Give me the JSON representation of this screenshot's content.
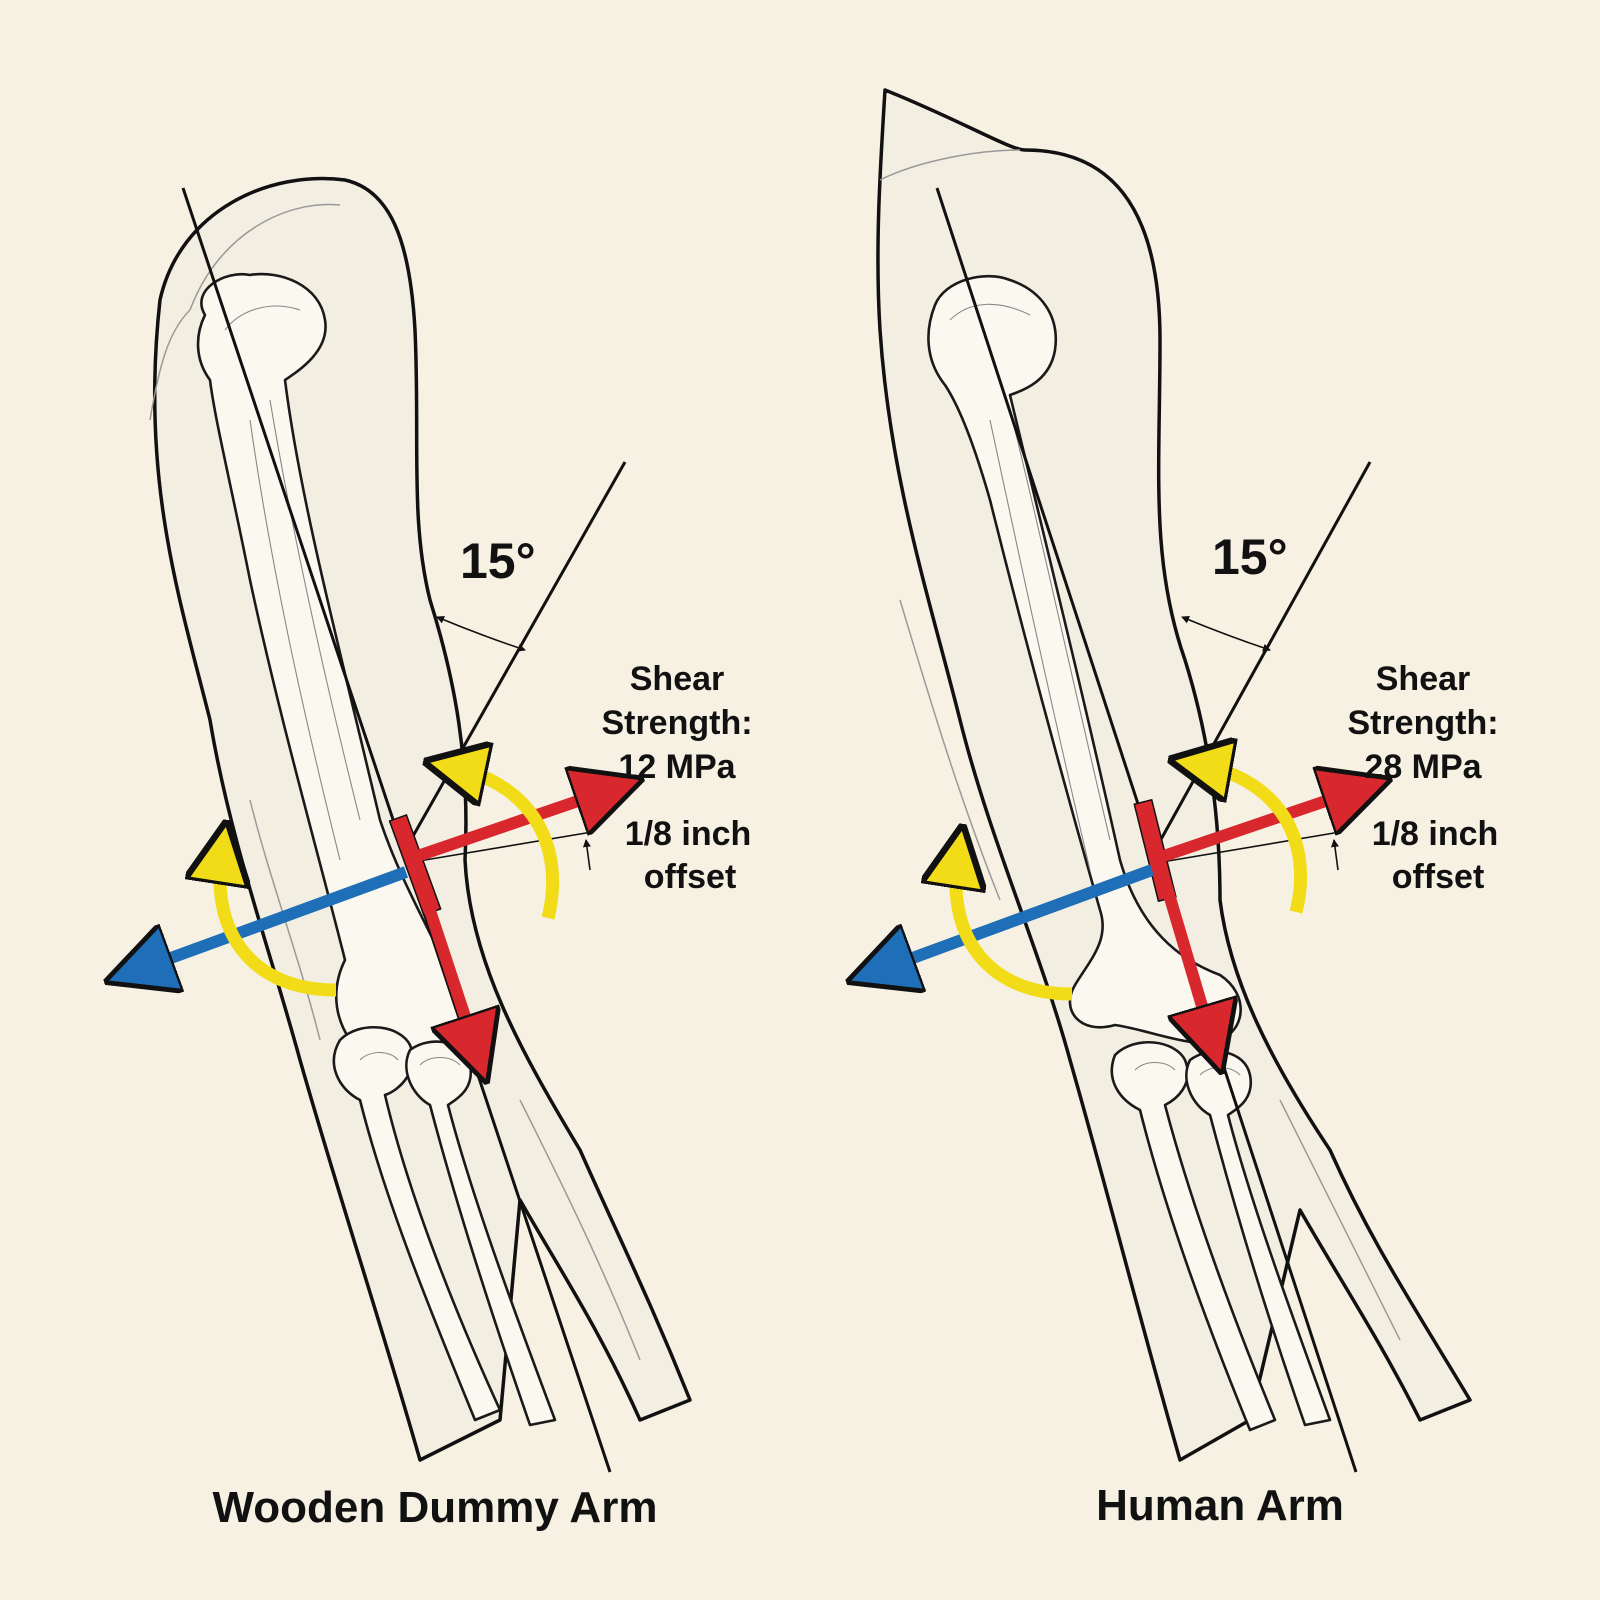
{
  "colors": {
    "paper": "#f6f1e3",
    "force_red": "#d9272e",
    "force_blue": "#1f6fb8",
    "torque_yellow": "#f2dc18",
    "ink": "#111111"
  },
  "panels": [
    {
      "caption": "Wooden Dummy Arm",
      "angle_label": "15°",
      "shear_line1": "Shear",
      "shear_line2": "Strength:",
      "shear_value": "12 MPa",
      "offset_line1": "1/8 inch",
      "offset_line2": "offset"
    },
    {
      "caption": "Human Arm",
      "angle_label": "15°",
      "shear_line1": "Shear",
      "shear_line2": "Strength:",
      "shear_value": "28 MPa",
      "offset_line1": "1/8 inch",
      "offset_line2": "offset"
    }
  ]
}
